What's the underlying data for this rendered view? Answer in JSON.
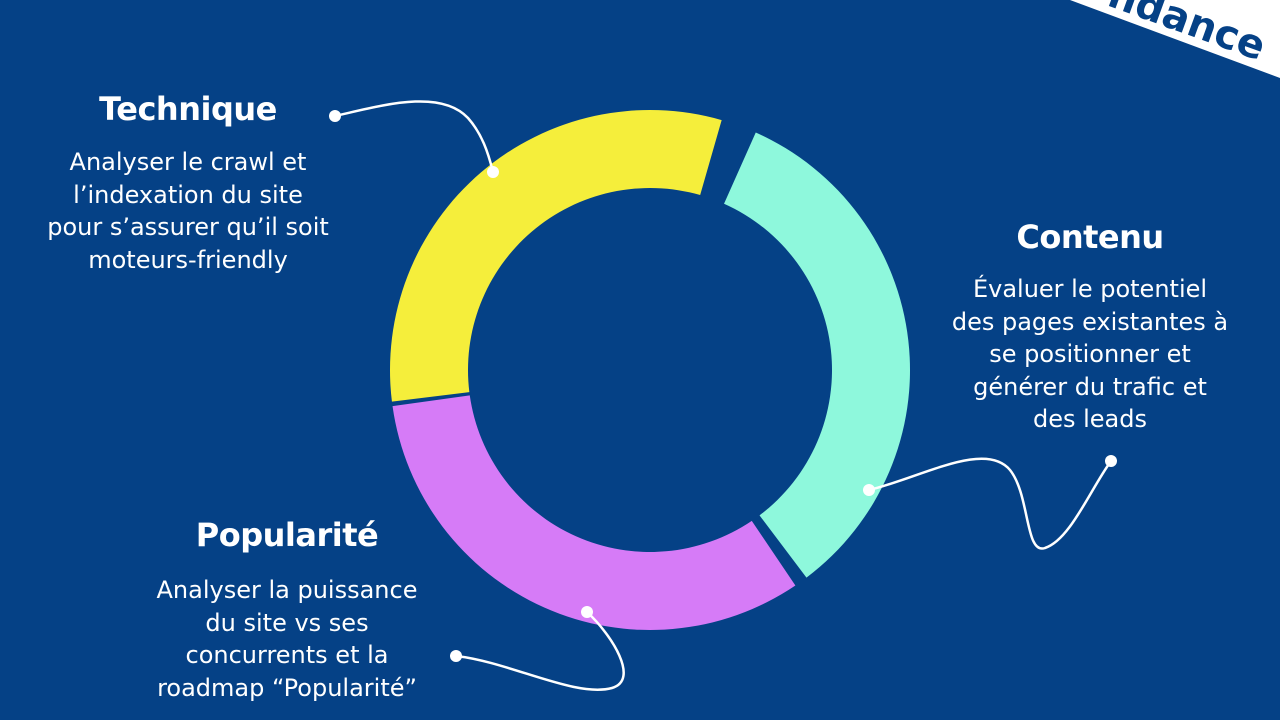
{
  "brand": {
    "logo_text": "ndance"
  },
  "colors": {
    "background": "#054186",
    "technique": "#f5ee3b",
    "contenu": "#8ef8dc",
    "popularite": "#d67bf7",
    "text": "#ffffff"
  },
  "segments": [
    {
      "id": "technique",
      "title": "Technique",
      "description_lines": [
        "Analyser le crawl et",
        "l’indexation du site",
        "pour s’assurer qu’il soit",
        "moteurs-friendly"
      ]
    },
    {
      "id": "contenu",
      "title": "Contenu",
      "description_lines": [
        "Évaluer le potentiel",
        "des pages existantes à",
        "se positionner et",
        "générer du trafic et",
        "des leads"
      ]
    },
    {
      "id": "popularite",
      "title": "Popularité",
      "description_lines": [
        "Analyser la puissance",
        "du site vs ses",
        "concurrents et la",
        "roadmap “Popularité”"
      ]
    }
  ]
}
